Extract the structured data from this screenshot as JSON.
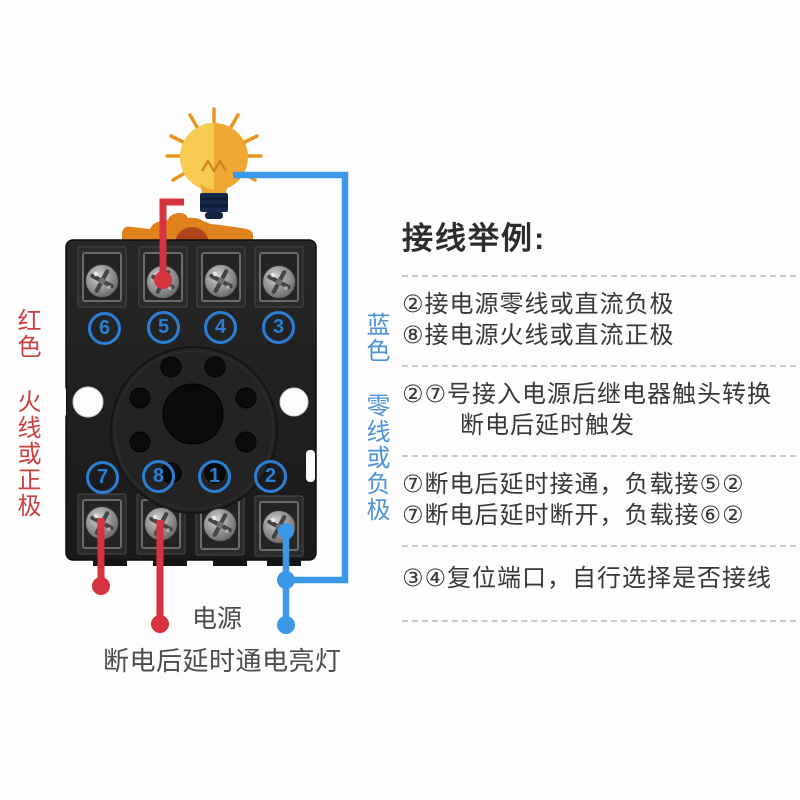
{
  "colors": {
    "red_wire": "#d6333f",
    "blue_wire": "#3b97e8",
    "terminal_number_blue": "#2a7fd4",
    "orange_clip": "#e0831f",
    "bulb_yellow": "#efa832",
    "bulb_highlight": "#f6cd52",
    "bulb_base_navy": "#16294a",
    "instruction_text": "#383838",
    "red_label": "#cb4040",
    "blue_label": "#4f92d6"
  },
  "diagram": {
    "top_numbers": [
      "6",
      "5",
      "4",
      "3"
    ],
    "bottom_numbers": [
      "7",
      "8",
      "1",
      "2"
    ],
    "red_vertical_label": "红色 火线或正极",
    "blue_vertical_label": "蓝色 零线或负极",
    "power_label": "电源",
    "caption": "断电后延时通电亮灯"
  },
  "instructions": {
    "title": "接线举例:",
    "sections": [
      {
        "lines": [
          "②接电源零线或直流负极",
          "⑧接电源火线或直流正极"
        ]
      },
      {
        "lines": [
          "②⑦号接入电源后继电器触头转换",
          "断电后延时触发"
        ]
      },
      {
        "lines": [
          "⑦断电后延时接通，负载接⑤②",
          "⑦断电后延时断开，负载接⑥②"
        ]
      },
      {
        "lines": [
          "③④复位端口，自行选择是否接线"
        ]
      }
    ]
  }
}
